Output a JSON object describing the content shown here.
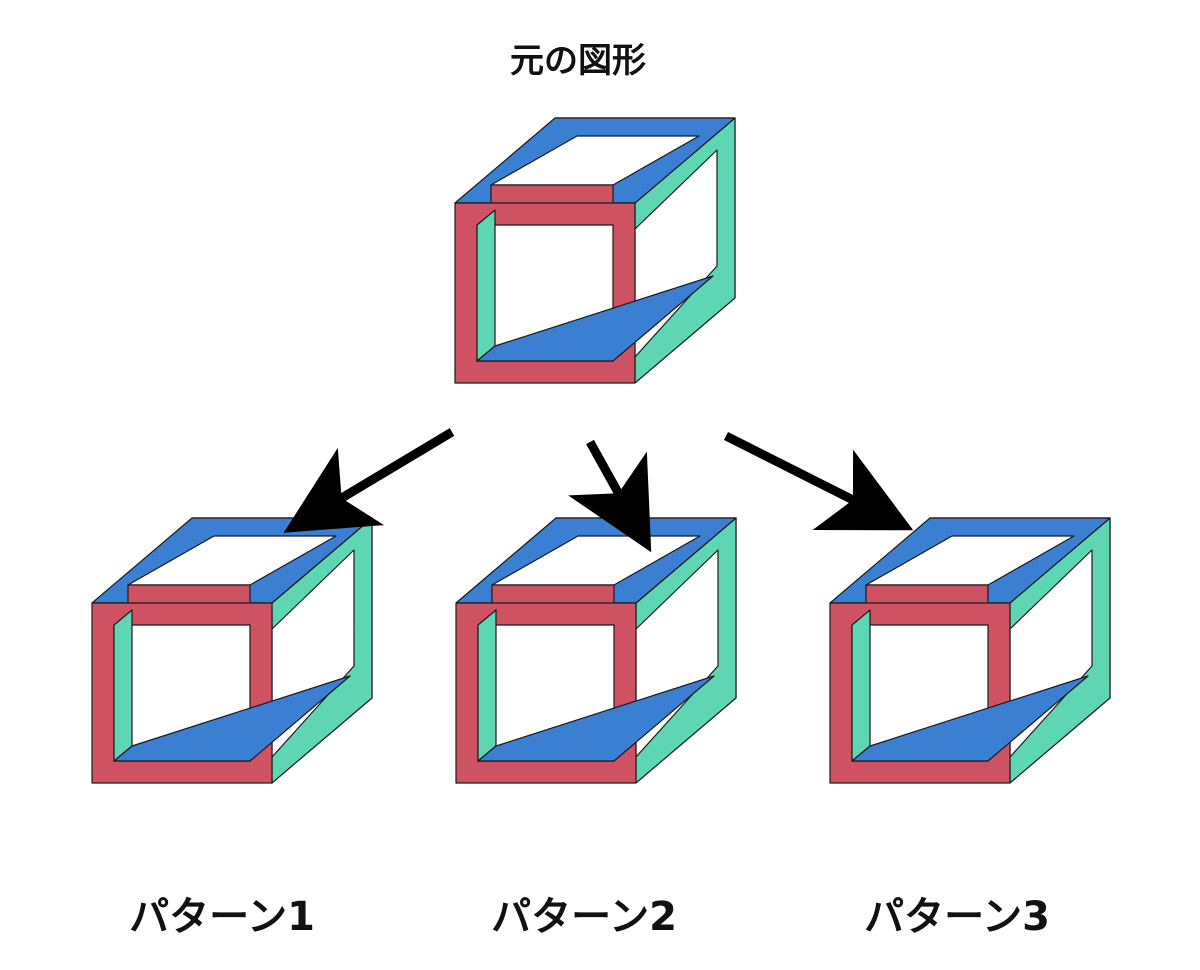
{
  "title": "元の図形",
  "colors": {
    "top": "#3a7fd2",
    "front": "#cf5263",
    "side": "#5fd6b3",
    "outline": "#1a1a1a",
    "arrow": "#000000",
    "background": "#ffffff"
  },
  "figures": [
    {
      "id": "original",
      "caption": ""
    },
    {
      "id": "pattern-1",
      "caption": "パターン1"
    },
    {
      "id": "pattern-2",
      "caption": "パターン2"
    },
    {
      "id": "pattern-3",
      "caption": "パターン3"
    }
  ]
}
